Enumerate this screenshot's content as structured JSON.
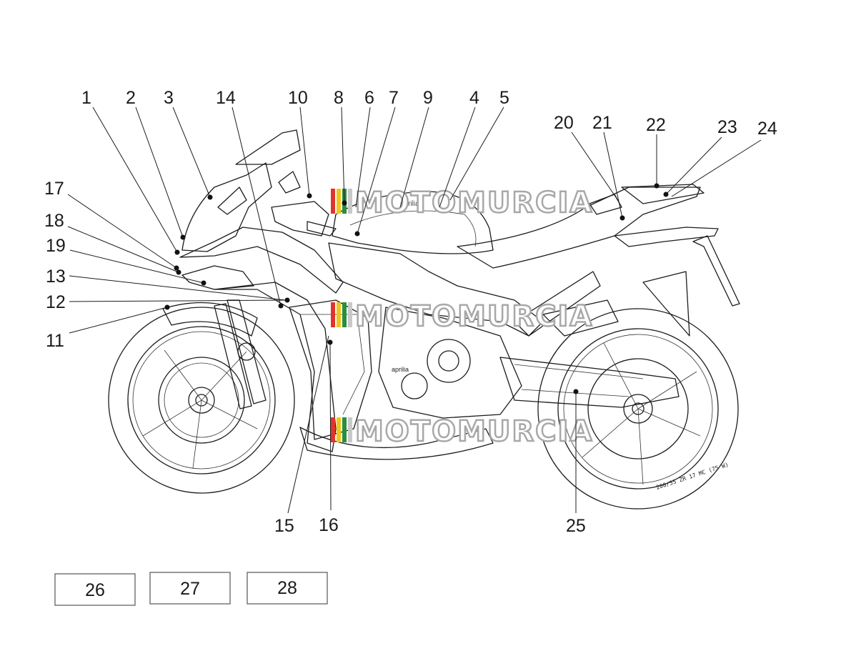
{
  "callouts": [
    {
      "label": "1"
    },
    {
      "label": "2"
    },
    {
      "label": "3"
    },
    {
      "label": "14"
    },
    {
      "label": "10"
    },
    {
      "label": "8"
    },
    {
      "label": "6"
    },
    {
      "label": "7"
    },
    {
      "label": "9"
    },
    {
      "label": "4"
    },
    {
      "label": "5"
    },
    {
      "label": "20"
    },
    {
      "label": "21"
    },
    {
      "label": "22"
    },
    {
      "label": "23"
    },
    {
      "label": "24"
    },
    {
      "label": "17"
    },
    {
      "label": "18"
    },
    {
      "label": "19"
    },
    {
      "label": "13"
    },
    {
      "label": "12"
    },
    {
      "label": "11"
    },
    {
      "label": "15"
    },
    {
      "label": "16"
    },
    {
      "label": "25"
    }
  ],
  "boxes": [
    {
      "label": "26"
    },
    {
      "label": "27"
    },
    {
      "label": "28"
    }
  ],
  "watermark": {
    "text": "MOTOMURCIA",
    "colors": [
      "#e0342c",
      "#f2c51b",
      "#2a8f3c",
      "#c9c9c9"
    ]
  },
  "wheel_text": {
    "rear_tire": "200/55 ZR 17 MC (75 W)",
    "engine_logo": "aprilia",
    "fairing_logo": "aprilia"
  }
}
